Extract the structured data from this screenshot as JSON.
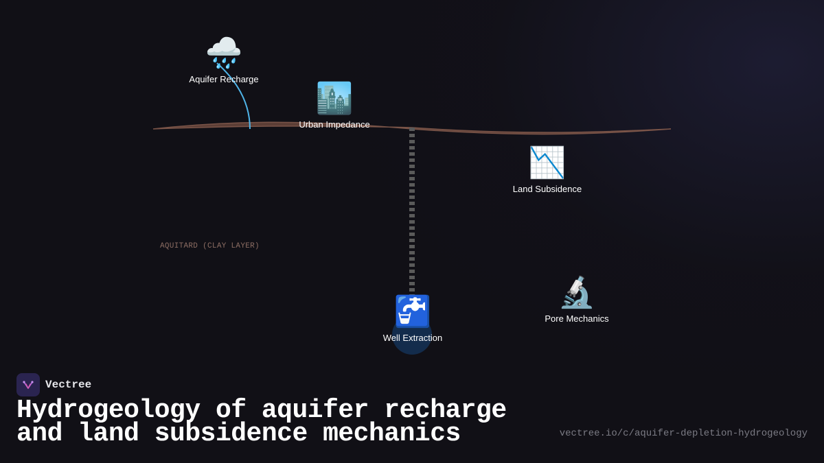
{
  "diagram": {
    "layer_label": "AQUITARD (CLAY LAYER)",
    "nodes": [
      {
        "id": "recharge",
        "icon": "rain-cloud-icon",
        "glyph": "🌧️",
        "label": "Aquifer Recharge"
      },
      {
        "id": "urban",
        "icon": "cityscape-icon",
        "glyph": "🏙️",
        "label": "Urban Impedance"
      },
      {
        "id": "subsidence",
        "icon": "chart-decreasing-icon",
        "glyph": "📉",
        "label": "Land Subsidence"
      },
      {
        "id": "pore",
        "icon": "microscope-icon",
        "glyph": "🔬",
        "label": "Pore Mechanics"
      },
      {
        "id": "well",
        "icon": "water-tap-icon",
        "glyph": "🚰",
        "label": "Well Extraction"
      }
    ],
    "colors": {
      "ground_surface": "#6b4a40",
      "recharge_flow": "#4fb4e8",
      "well_casing": "#5a5a5a",
      "well_pool": "#143052",
      "layer_label": "#8c6d63"
    }
  },
  "footer": {
    "brand_name": "Vectree",
    "brand_icon": "vectree-logo-icon",
    "title": "Hydrogeology of aquifer recharge and land subsidence mechanics",
    "url": "vectree.io/c/aquifer-depletion-hydrogeology"
  }
}
